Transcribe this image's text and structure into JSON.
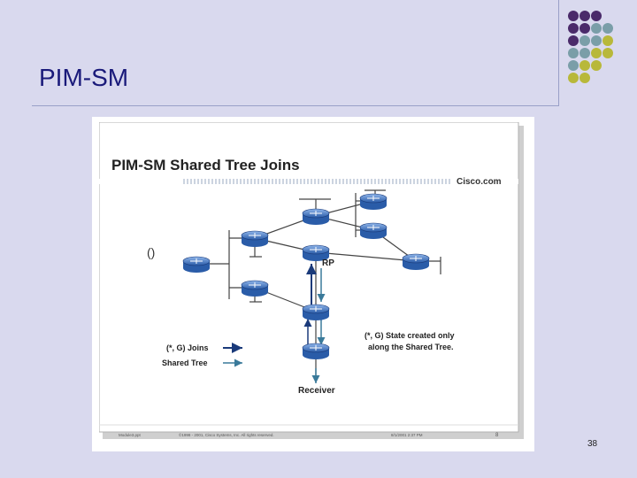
{
  "slide": {
    "title": "PIM-SM",
    "page_number": "38"
  },
  "embedded": {
    "title": "PIM-SM Shared Tree Joins",
    "brand": "Cisco.com",
    "rp_label": "RP",
    "receiver_label": "Receiver",
    "legend_joins": "(*, G) Joins",
    "legend_shared": "Shared Tree",
    "state_note_line1": "(*, G) State created only",
    "state_note_line2": "along the Shared Tree.",
    "footer_left": "Module3.ppt",
    "footer_center": "©1998 - 2001, Cisco Systems, Inc. All rights reserved.",
    "footer_right": "8/1/2001 2:37 PM",
    "footer_page": "8"
  },
  "colors": {
    "background": "#d9d9ee",
    "title": "#1a1a7a",
    "router": "#4a7fc8",
    "dot_purple": "#4a2a6a",
    "dot_teal": "#7a9ea8",
    "dot_olive": "#b8b83a"
  }
}
